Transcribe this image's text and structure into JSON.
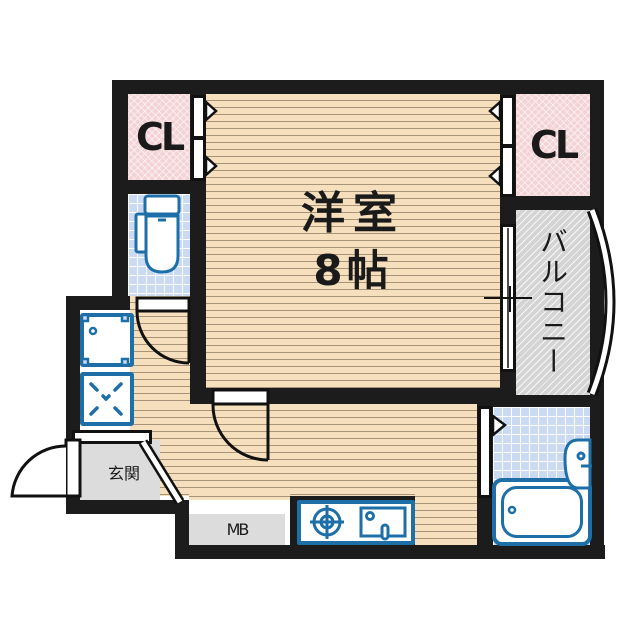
{
  "floorplan": {
    "rooms": {
      "western_room": {
        "name": "洋室",
        "size": "8帖"
      },
      "closet_left": {
        "label": "CL"
      },
      "closet_right": {
        "label": "CL"
      },
      "balcony": {
        "label": "バルコニー"
      },
      "entrance": {
        "label": "玄関"
      },
      "meter_box": {
        "label": "MB"
      }
    },
    "fixtures": [
      "toilet",
      "washing-machine-pan",
      "refrigerator-space",
      "gas-stove",
      "kitchen-sink",
      "bathtub",
      "washbasin"
    ],
    "colors": {
      "wall": "#1c1c1c",
      "floor": "#f6dfbd",
      "closet": "#f3d3d6",
      "tile": "#cbdaf3",
      "balcony": "#d4d4d4",
      "fixture": "#1e6fa8"
    }
  }
}
